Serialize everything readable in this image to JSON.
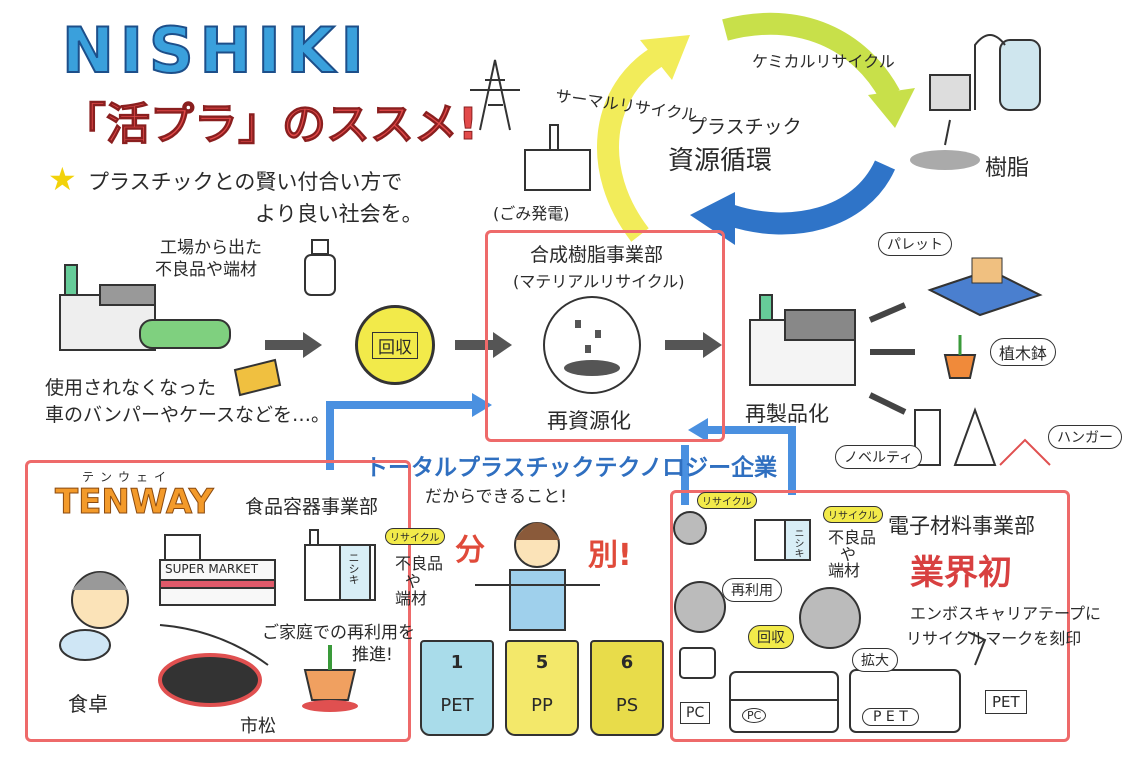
{
  "header": {
    "title": "NISHIKI",
    "subtitle": "「活プラ」のススメ!",
    "tagline_1": "プラスチックとの賢い付合い方で",
    "tagline_2": "より良い社会を。"
  },
  "cycle": {
    "thermal": "サーマルリサイクル",
    "chemical": "ケミカルリサイクル",
    "center_1": "プラスチック",
    "center_2": "資源循環",
    "power": "(ごみ発電)",
    "resin": "樹脂"
  },
  "flow": {
    "factory_waste": "工場から出た",
    "factory_waste_2": "不良品や端材",
    "unused_1": "使用されなくなった",
    "unused_2": "車のバンパーやケースなどを…。",
    "collect": "回収",
    "division": "合成樹脂事業部",
    "division_sub": "(マテリアルリサイクル)",
    "resource": "再資源化",
    "remanufacture": "再製品化",
    "products": [
      "パレット",
      "植木鉢",
      "ノベルティ",
      "ハンガー"
    ]
  },
  "banner": {
    "title": "トータルプラスチックテクノロジー企業",
    "sub": "だからできること!"
  },
  "tenway": {
    "ruby": "テンウェイ",
    "name": "TENWAY",
    "division": "食品容器事業部",
    "supermarket": "SUPER MARKET",
    "factory": "ニシキ",
    "recycle": "リサイクル",
    "waste_1": "不良品",
    "waste_2": "や",
    "waste_3": "端材",
    "promote_1": "ご家庭での再利用を",
    "promote_2": "推進!",
    "table": "食卓",
    "ichimatsu": "市松"
  },
  "sorting": {
    "bun": "分",
    "betsu": "別!",
    "bins": [
      {
        "num": "1",
        "name": "PET",
        "color": "#a9dcea"
      },
      {
        "num": "5",
        "name": "PP",
        "color": "#f3e86a"
      },
      {
        "num": "6",
        "name": "PS",
        "color": "#e8dc4a"
      }
    ]
  },
  "electronics": {
    "recycle": "リサイクル",
    "factory": "ニシキ",
    "recycle2": "リサイクル",
    "waste_1": "不良品",
    "waste_2": "や",
    "waste_3": "端材",
    "division": "電子材料事業部",
    "first": "業界初",
    "reuse": "再利用",
    "collect": "回収",
    "desc_1": "エンボスキャリアテープに",
    "desc_2": "リサイクルマークを刻印",
    "zoom": "拡大",
    "pc": "PC",
    "pet": "PET",
    "tape_pc": "PC",
    "tape_pet": "P E T"
  }
}
